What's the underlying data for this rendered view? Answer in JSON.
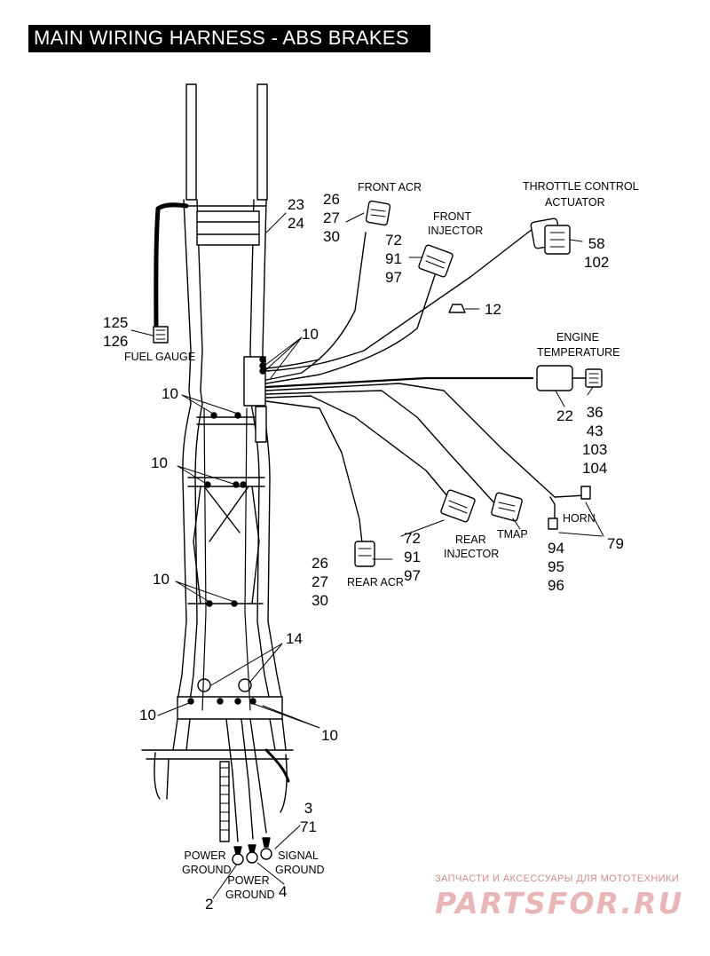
{
  "title": "MAIN WIRING HARNESS - ABS BRAKES",
  "labels": {
    "front_acr": "FRONT ACR",
    "front_injector_1": "FRONT",
    "front_injector_2": "INJECTOR",
    "throttle_1": "THROTTLE CONTROL",
    "throttle_2": "ACTUATOR",
    "engine_temp_1": "ENGINE",
    "engine_temp_2": "TEMPERATURE",
    "fuel_gauge": "FUEL GAUGE",
    "rear_acr": "REAR ACR",
    "rear_injector_1": "REAR",
    "rear_injector_2": "INJECTOR",
    "tmap": "TMAP",
    "horn": "HORN",
    "power_ground_a_1": "POWER",
    "power_ground_a_2": "GROUND",
    "power_ground_b_1": "POWER",
    "power_ground_b_2": "GROUND",
    "signal_ground_1": "SIGNAL",
    "signal_ground_2": "GROUND"
  },
  "callouts": {
    "frame": [
      "23",
      "24"
    ],
    "front_acr": [
      "26",
      "27",
      "30"
    ],
    "front_injector": [
      "72",
      "91",
      "97"
    ],
    "throttle": [
      "58",
      "102"
    ],
    "clip": "12",
    "fuel_gauge": [
      "125",
      "126"
    ],
    "ties_top": "10",
    "ties_1": "10",
    "ties_2": "10",
    "ties_3": "10",
    "ties_4": "10",
    "ties_5": "10",
    "grommets": "14",
    "engine_temp_sensor": "22",
    "engine_temp_conn": [
      "36",
      "43",
      "103",
      "104"
    ],
    "rear_injector": [
      "72",
      "91",
      "97"
    ],
    "rear_acr": [
      "26",
      "27",
      "30"
    ],
    "tmap": [
      "94",
      "95",
      "96"
    ],
    "horn": "79",
    "signal_ground": [
      "3",
      "71"
    ],
    "power_ground_a": "2",
    "power_ground_b": "4"
  },
  "watermark": {
    "line1": "ЗАПЧАСТИ И АКСЕССУАРЫ ДЛЯ МОТОТЕХНИКИ",
    "logo": "PARTSFOR.RU"
  }
}
